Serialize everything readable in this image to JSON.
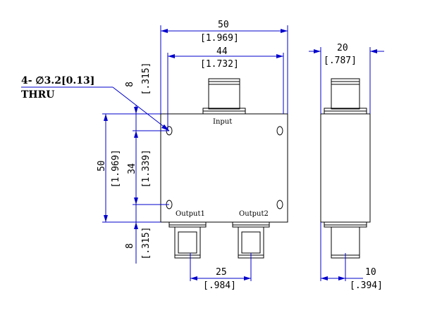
{
  "ports": {
    "input": "Input",
    "output1": "Output1",
    "output2": "Output2"
  },
  "hole_note": {
    "line1": "4- ∅3.2[0.13]",
    "line2": "THRU"
  },
  "dimensions": {
    "width_mm": "50",
    "width_in": "[1.969]",
    "input_span_mm": "44",
    "input_span_in": "[1.732]",
    "depth_mm": "20",
    "depth_in": "[.787]",
    "height_mm": "50",
    "height_in": "[1.969]",
    "hole_spacing_mm": "34",
    "hole_spacing_in": "[1.339]",
    "top_offset_mm": "8",
    "top_offset_in": "[.315]",
    "bottom_offset_mm": "8",
    "bottom_offset_in": "[.315]",
    "output_spacing_mm": "25",
    "output_spacing_in": "[.984]",
    "side_offset_mm": "10",
    "side_offset_in": "[.394]"
  },
  "colors": {
    "outline": "#000000",
    "dimension": "#0000cc"
  }
}
